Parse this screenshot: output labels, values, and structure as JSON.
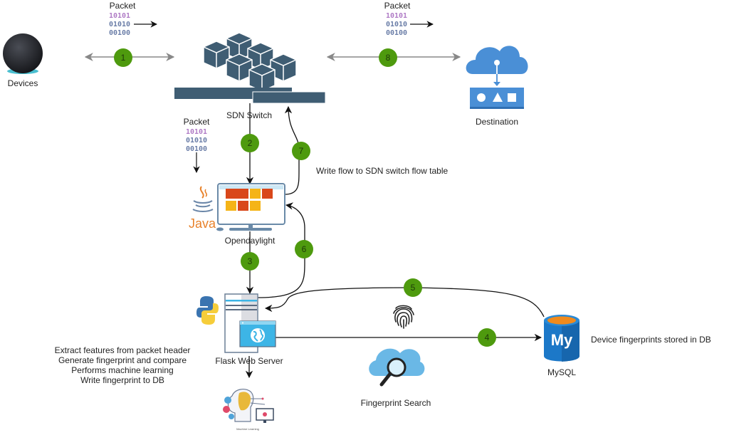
{
  "nodes": {
    "devices": {
      "label": "Devices"
    },
    "sdn_switch": {
      "label": "SDN Switch"
    },
    "destination": {
      "label": "Destination"
    },
    "opendaylight": {
      "label": "Opendaylight",
      "platform": "Java"
    },
    "flask": {
      "label": "Flask Web Server"
    },
    "mysql": {
      "label": "MySQL",
      "icon_text": "My",
      "note": "Device fingerprints stored in DB"
    },
    "fingerprint_search": {
      "label": "Fingerprint Search"
    },
    "machine_learning": {
      "label": "Machine Learning"
    }
  },
  "packets": [
    {
      "title": "Packet",
      "bits": [
        "10101",
        "01010",
        "00100"
      ]
    },
    {
      "title": "Packet",
      "bits": [
        "10101",
        "01010",
        "00100"
      ]
    },
    {
      "title": "Packet",
      "bits": [
        "10101",
        "01010",
        "00100"
      ]
    }
  ],
  "steps": [
    "1",
    "2",
    "3",
    "4",
    "5",
    "6",
    "7",
    "8"
  ],
  "annotations": {
    "flow_write": "Write flow to SDN switch flow table",
    "flask_tasks": [
      "Extract features from packet header",
      "Generate fingerprint and compare",
      "Performs machine learning",
      "Write fingerprint to DB"
    ]
  },
  "colors": {
    "step_badge": "#4e9a0e",
    "switch": "#3f5d73",
    "cloud": "#4a8fd6",
    "mysql": "#1c78c8",
    "mysql_top": "#f08a1c",
    "flask": "#3db5e6",
    "java": "#e8822b",
    "bits_1": "#b07cc6",
    "bits_2": "#6b7ea8"
  }
}
